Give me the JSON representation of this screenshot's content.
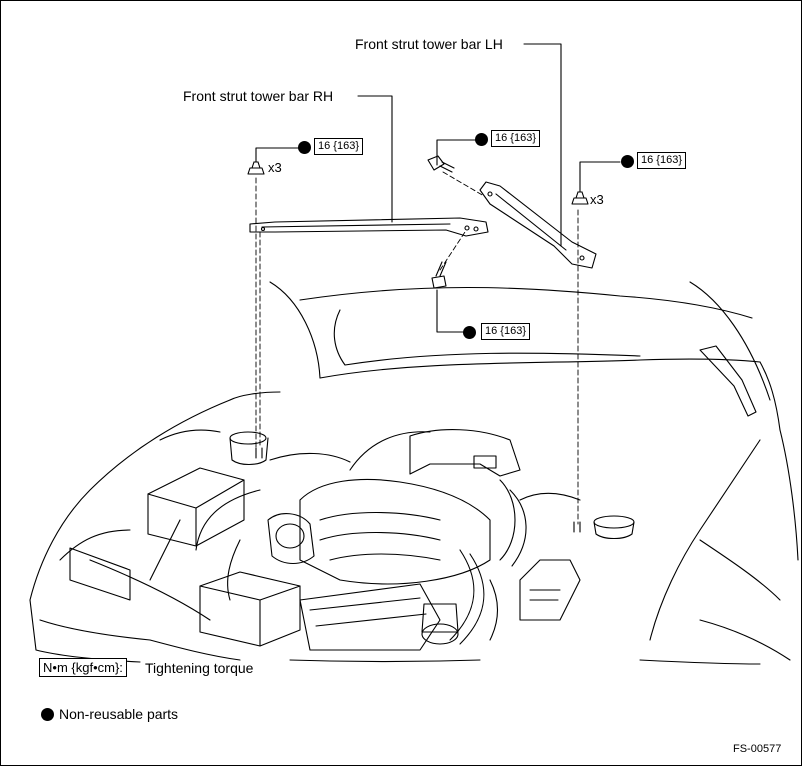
{
  "labels": {
    "strut_lh": "Front strut tower bar LH",
    "strut_rh": "Front strut tower bar RH"
  },
  "torques": {
    "rh_nut": "16 {163}",
    "lh_bolt_top": "16 {163}",
    "lh_nut": "16 {163}",
    "center_bolt": "16 {163}"
  },
  "multipliers": {
    "rh": "x3",
    "lh": "x3"
  },
  "legend": {
    "unit_box": "N•m {kgf•cm}:",
    "unit_text": "Tightening torque",
    "nonreusable": "Non-reusable parts"
  },
  "figure_id": "FS-00577"
}
